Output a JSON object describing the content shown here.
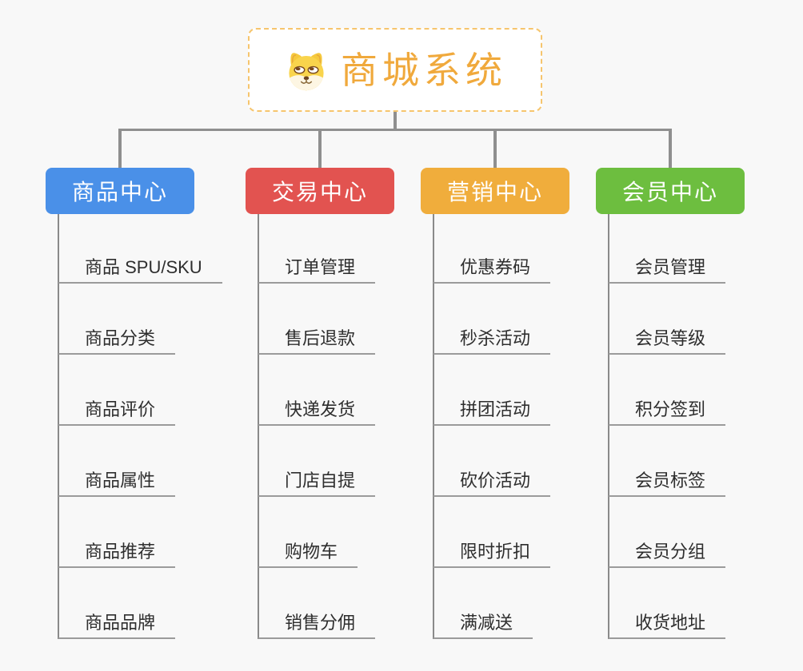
{
  "root": {
    "title": "商城系统",
    "icon": "shiba-dog-icon"
  },
  "branches": [
    {
      "label": "商品中心",
      "color": "#4a90e8",
      "items": [
        "商品 SPU/SKU",
        "商品分类",
        "商品评价",
        "商品属性",
        "商品推荐",
        "商品品牌"
      ]
    },
    {
      "label": "交易中心",
      "color": "#e25350",
      "items": [
        "订单管理",
        "售后退款",
        "快递发货",
        "门店自提",
        "购物车",
        "销售分佣"
      ]
    },
    {
      "label": "营销中心",
      "color": "#f0ad3c",
      "items": [
        "优惠券码",
        "秒杀活动",
        "拼团活动",
        "砍价活动",
        "限时折扣",
        "满减送"
      ]
    },
    {
      "label": "会员中心",
      "color": "#6dbe3f",
      "items": [
        "会员管理",
        "会员等级",
        "积分签到",
        "会员标签",
        "会员分组",
        "收货地址"
      ]
    }
  ],
  "css_vars": {
    "bg": "#f8f8f8",
    "connector": "#8f8f8f",
    "spine": "#8a8a8a",
    "underline": "#9b9b9b",
    "root-accent": "#f0a93c",
    "root-border": "#f6c56d",
    "leaf-text": "#2e2e2e"
  }
}
